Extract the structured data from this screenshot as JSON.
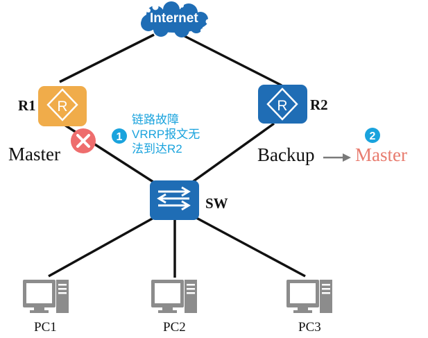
{
  "internet": {
    "label": "Internet"
  },
  "routers": [
    {
      "name": "R1",
      "role": "Master",
      "color": "#f0ac4a"
    },
    {
      "name": "R2",
      "role": "Backup",
      "color": "#1f6db5"
    }
  ],
  "switch": {
    "name": "SW",
    "color": "#1f6db5"
  },
  "pcs": [
    "PC1",
    "PC2",
    "PC3"
  ],
  "events": [
    {
      "number": "1",
      "text": [
        "链路故障",
        "VRRP报文无",
        "法到达R2"
      ]
    },
    {
      "number": "2",
      "new_role": "Master",
      "color": "#e87b6e"
    }
  ],
  "colors": {
    "accent_blue": "#1aa3dd",
    "fault_red": "#ee6d6d",
    "line": "#111111",
    "pc_gray": "#8c8c8c"
  }
}
